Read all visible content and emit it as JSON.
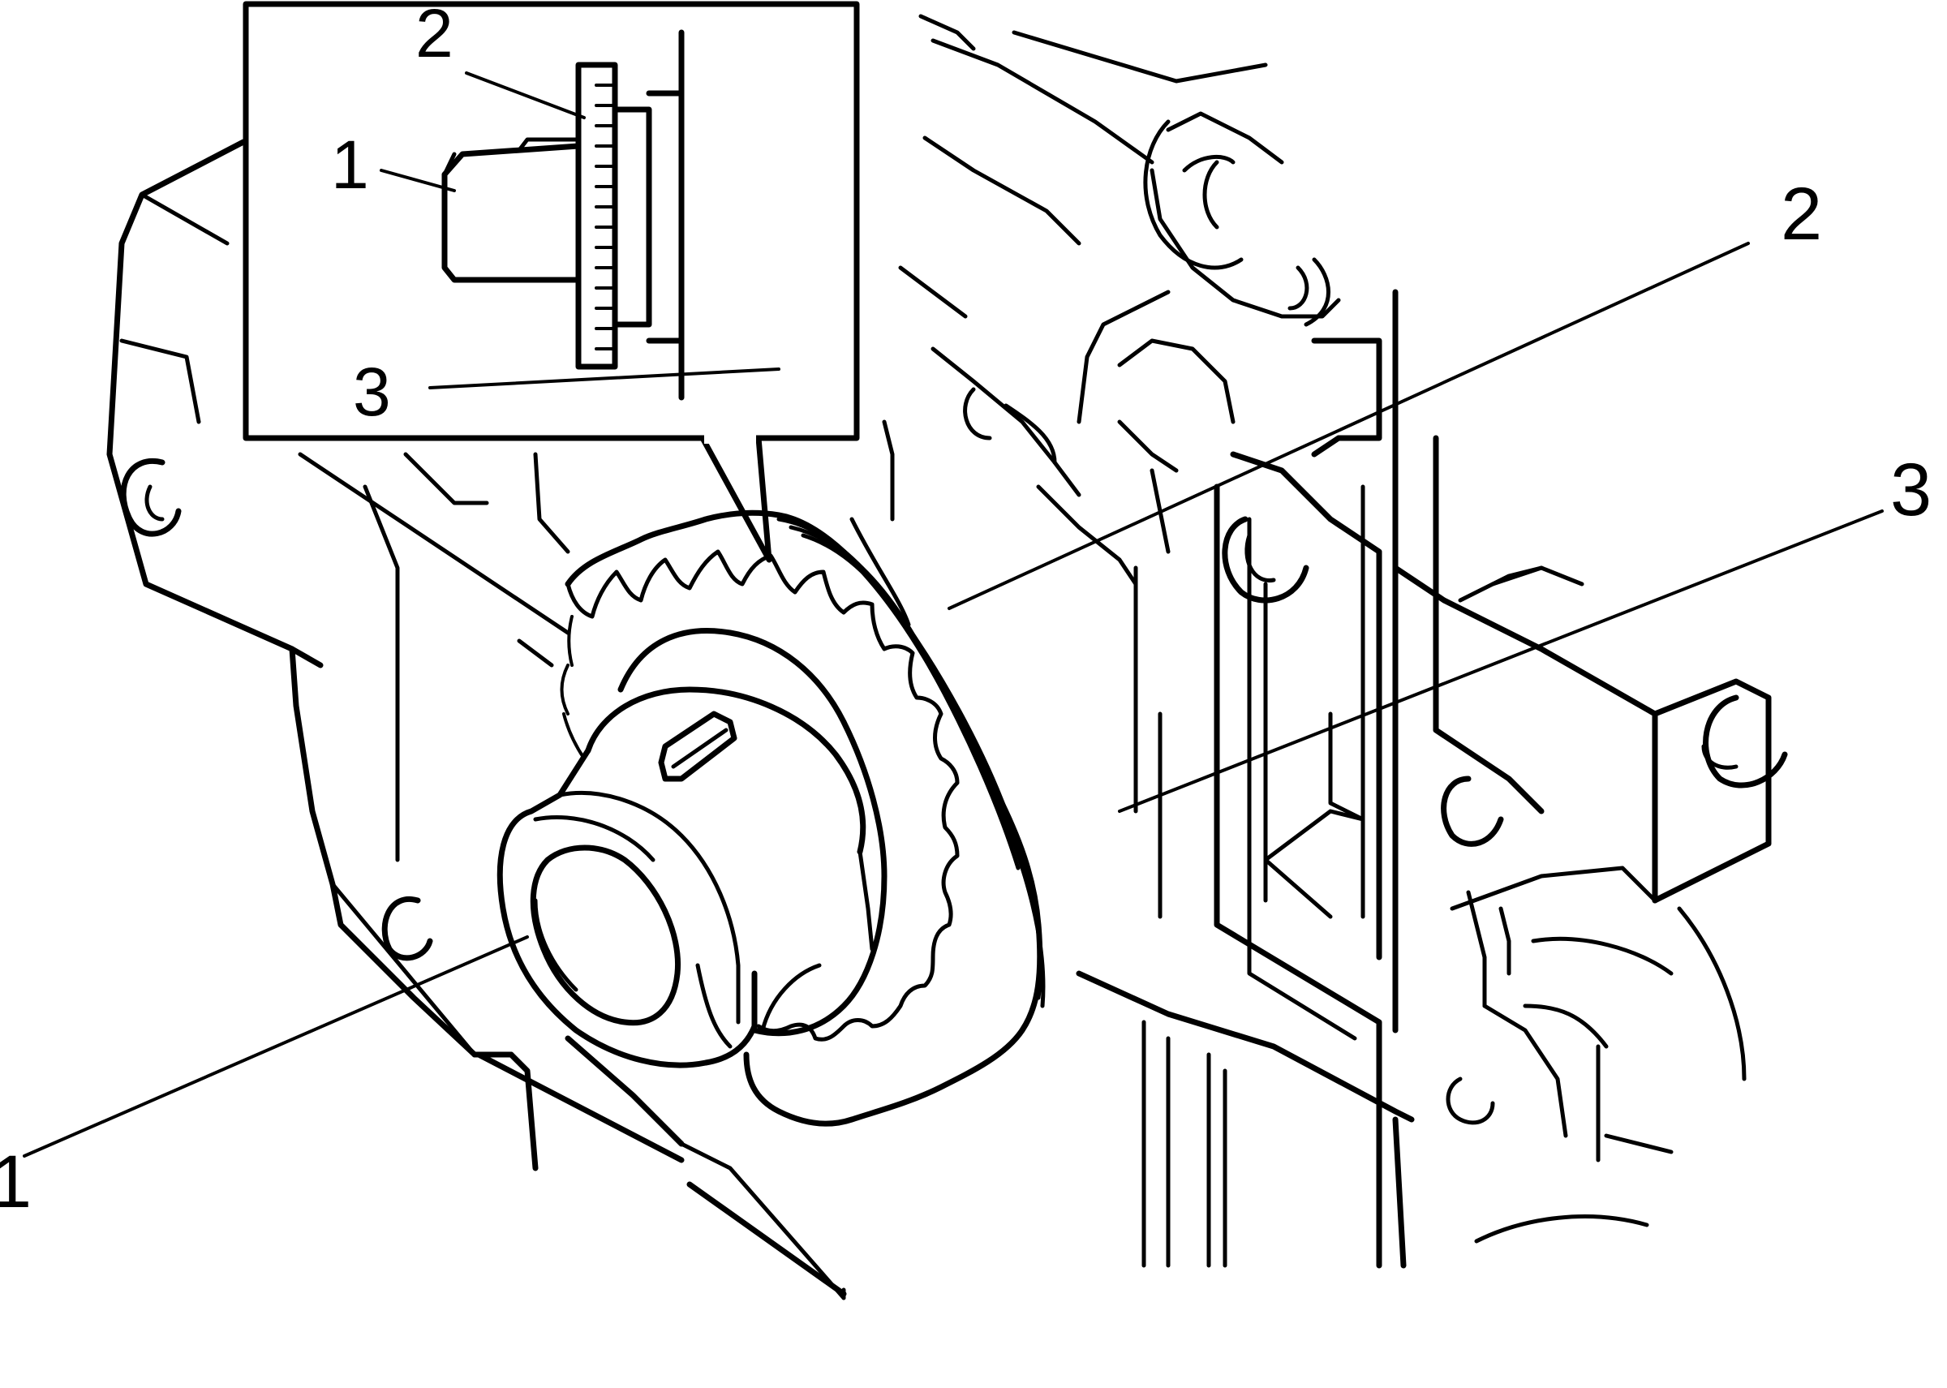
{
  "callouts": {
    "main": [
      "1",
      "2",
      "3"
    ],
    "inset": [
      "1",
      "2",
      "3"
    ]
  }
}
